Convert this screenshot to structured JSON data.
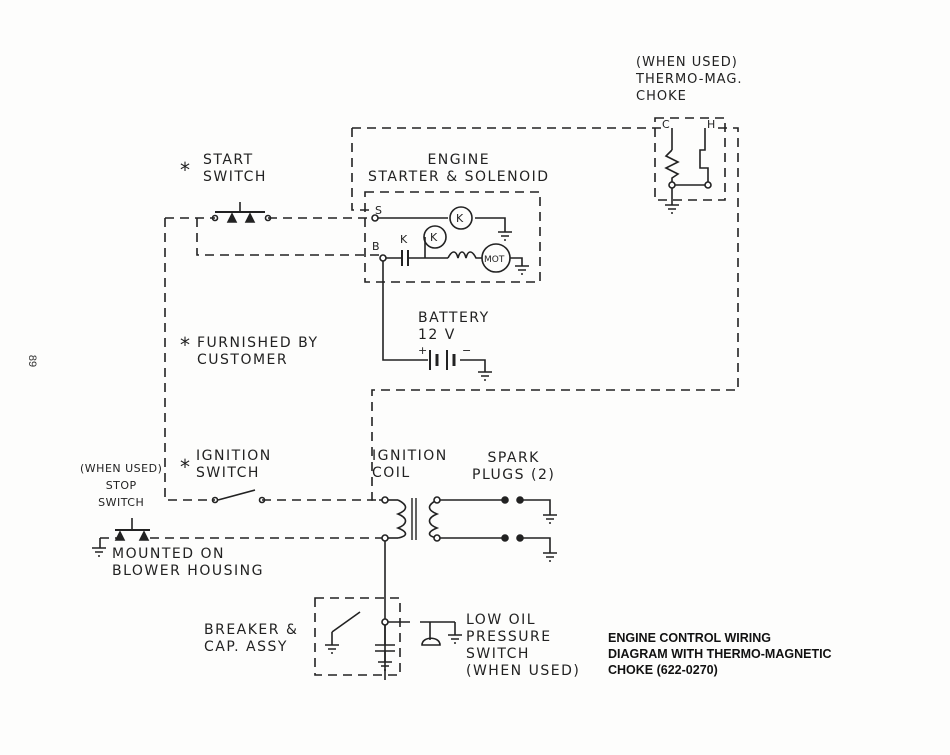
{
  "diagram": {
    "caption": "ENGINE CONTROL WIRING\nDIAGRAM WITH THERMO-MAGNETIC\nCHOKE (622-0270)",
    "page_number": "89",
    "labels": {
      "thermo_choke": "(WHEN USED)\nTHERMO-MAG.\nCHOKE",
      "start_switch": "START\nSWITCH",
      "starter": "ENGINE\nSTARTER & SOLENOID",
      "battery": "BATTERY\n12 V",
      "furnished": "FURNISHED BY\nCUSTOMER",
      "ignition_switch": "IGNITION\nSWITCH",
      "stop_switch": "(WHEN USED)\nSTOP\nSWITCH",
      "mounted": "MOUNTED ON\nBLOWER HOUSING",
      "ignition_coil": "IGNITION\nCOIL",
      "spark_plugs": "SPARK\nPLUGS (2)",
      "breaker": "BREAKER &\nCAP. ASSY",
      "low_oil": "LOW OIL\nPRESSURE\nSWITCH\n(WHEN USED)",
      "asterisk": "*"
    },
    "terminals": {
      "s": "S",
      "b": "B",
      "k": "K",
      "k_relay_1": "K",
      "k_relay_2": "K",
      "motor": "MOT",
      "choke_c": "C",
      "choke_h": "H",
      "plus": "+",
      "minus": "−"
    }
  }
}
